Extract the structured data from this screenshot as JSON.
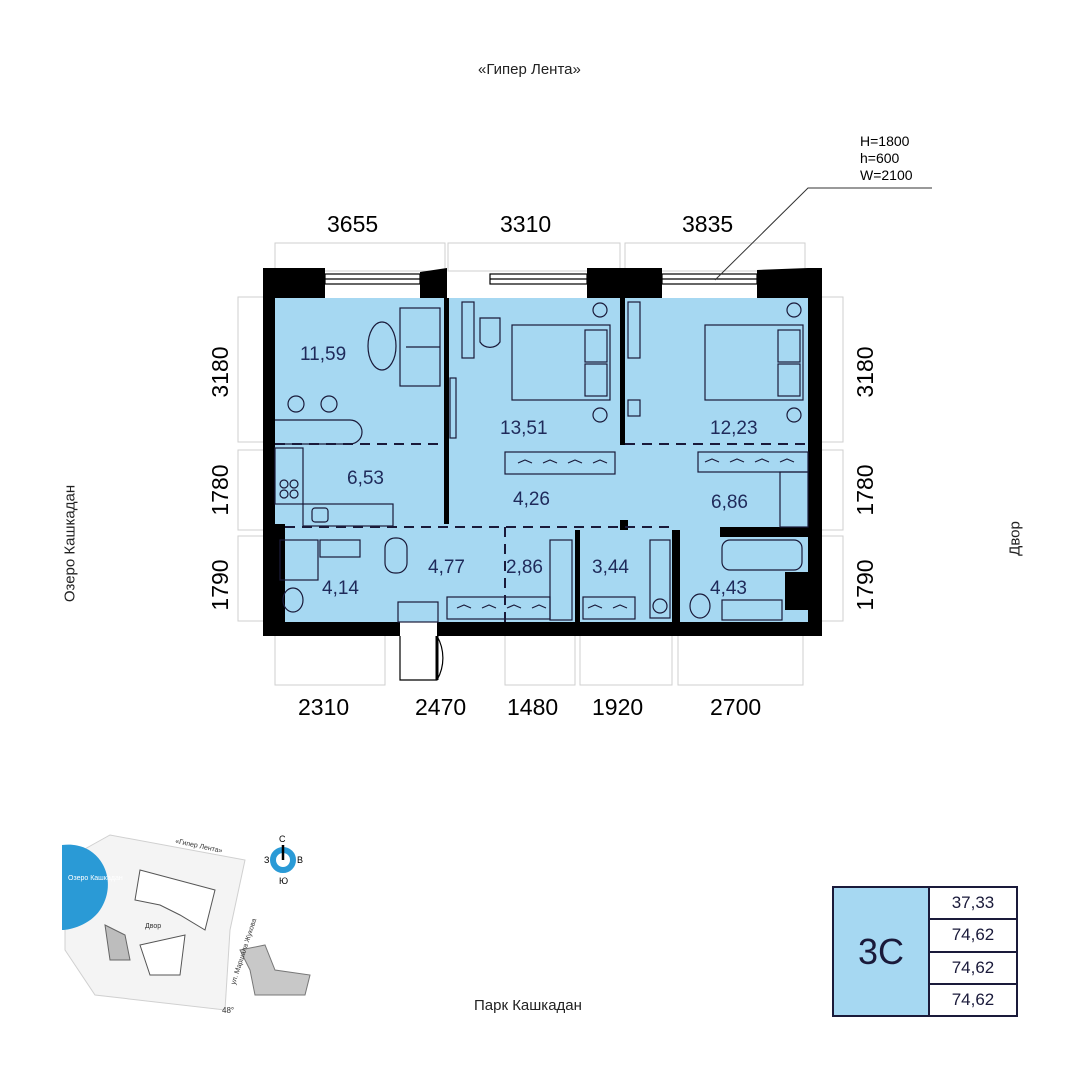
{
  "context": {
    "top": "«Гипер Лента»",
    "left": "Озеро Кашкадан",
    "right": "Двор",
    "bottom": "Парк Кашкадан"
  },
  "window_spec": {
    "line1": "H=1800",
    "line2": "h=600",
    "line3": "W=2100"
  },
  "dimensions": {
    "top": [
      "3655",
      "3310",
      "3835"
    ],
    "bottom": [
      "2310",
      "2470",
      "1480",
      "1920",
      "2700"
    ],
    "left": [
      "3180",
      "1780",
      "1790"
    ],
    "right": [
      "3180",
      "1780",
      "1790"
    ]
  },
  "rooms": [
    {
      "id": "living",
      "area": "11,59"
    },
    {
      "id": "bedroom-1",
      "area": "13,51"
    },
    {
      "id": "bedroom-2",
      "area": "12,23"
    },
    {
      "id": "kitchen",
      "area": "6,53"
    },
    {
      "id": "hall",
      "area": "4,26"
    },
    {
      "id": "corridor-right",
      "area": "6,86"
    },
    {
      "id": "bathroom-1",
      "area": "4,14"
    },
    {
      "id": "entry",
      "area": "4,77"
    },
    {
      "id": "wardrobe",
      "area": "2,86"
    },
    {
      "id": "laundry",
      "area": "3,44"
    },
    {
      "id": "bathroom-2",
      "area": "4,43"
    }
  ],
  "site_plan": {
    "lake": "Озеро Кашкадан",
    "mall": "«Гипер Лента»",
    "yard": "Двор",
    "street": "ул. Маршала Жукова",
    "angle": "48°",
    "compass": {
      "n": "С",
      "s": "Ю",
      "w": "З",
      "e": "В"
    }
  },
  "summary": {
    "type": "3С",
    "values": [
      "37,33",
      "74,62",
      "74,62",
      "74,62"
    ]
  },
  "colors": {
    "room_fill": "#a6d8f2",
    "wall": "#000000",
    "compass_ring": "#2a9ad6"
  }
}
